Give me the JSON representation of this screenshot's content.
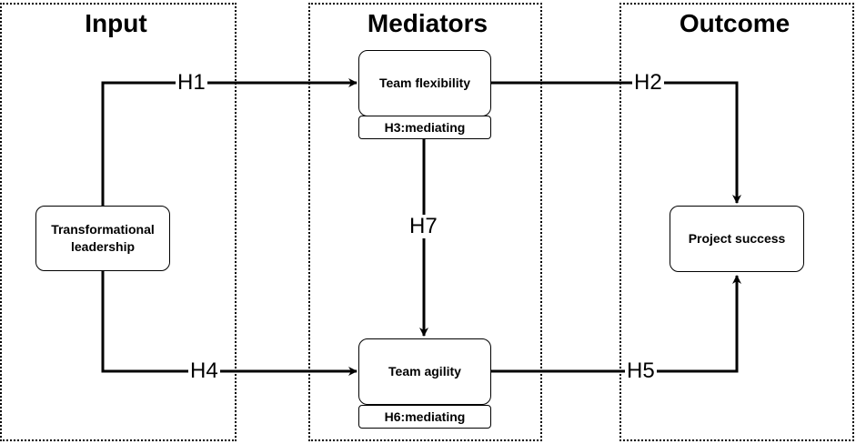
{
  "sections": {
    "input": "Input",
    "mediators": "Mediators",
    "outcome": "Outcome"
  },
  "nodes": {
    "transformational_leadership": "Transformational leadership",
    "team_flexibility": "Team flexibility",
    "team_agility": "Team agility",
    "project_success": "Project success"
  },
  "tags": {
    "h3": "H3:mediating",
    "h6": "H6:mediating"
  },
  "hypotheses": {
    "h1": "H1",
    "h2": "H2",
    "h4": "H4",
    "h5": "H5",
    "h7": "H7"
  }
}
